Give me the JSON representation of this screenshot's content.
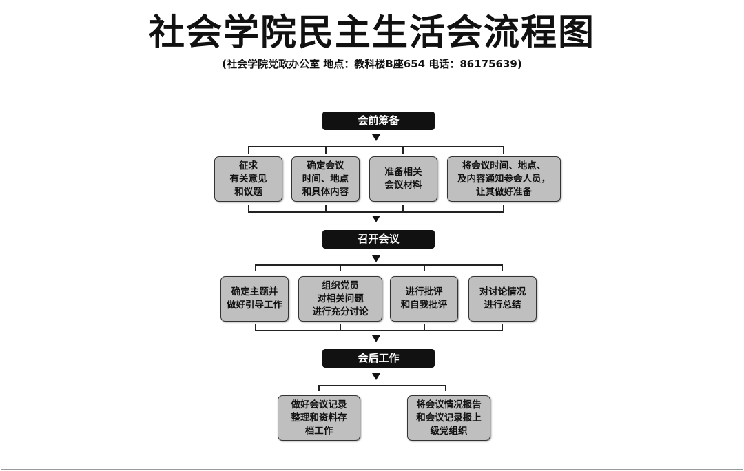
{
  "title": "社会学院民主生活会流程图",
  "subtitle": "(社会学院党政办公室  地点：教科楼B座654  电话：86175639)",
  "stages": [
    {
      "label": "会前筹备",
      "steps": [
        "征求\n有关意见\n和议题",
        "确定会议\n时间、地点\n和具体内容",
        "准备相关\n会议材料",
        "将会议时间、地点、\n及内容通知参会人员，\n让其做好准备"
      ]
    },
    {
      "label": "召开会议",
      "steps": [
        "确定主题并\n做好引导工作",
        "组织党员\n对相关问题\n进行充分讨论",
        "进行批评\n和自我批评",
        "对讨论情况\n进行总结"
      ]
    },
    {
      "label": "会后工作",
      "steps": [
        "做好会议记录\n整理和资料存\n档工作",
        "将会议情况报告\n和会议记录报上\n级党组织"
      ]
    }
  ]
}
